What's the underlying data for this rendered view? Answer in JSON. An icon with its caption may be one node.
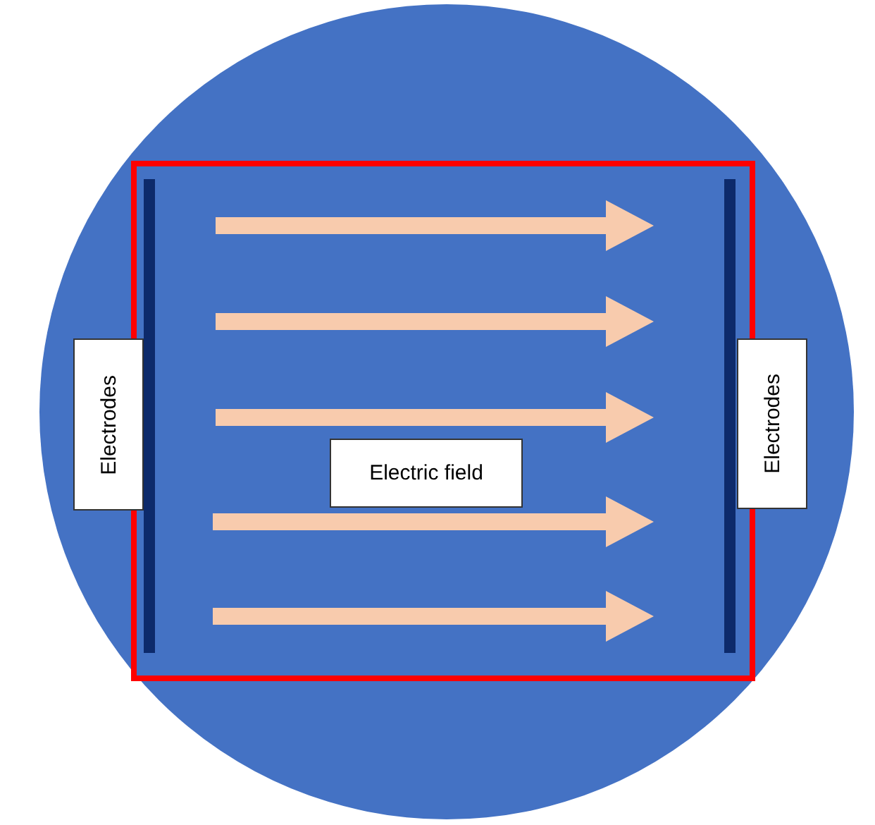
{
  "diagram": {
    "nodes": [
      {
        "text": [
          "Electrodes"
        ]
      },
      {
        "text": [
          "Electric field"
        ]
      },
      {
        "text": [
          "Electrodes"
        ]
      }
    ]
  }
}
